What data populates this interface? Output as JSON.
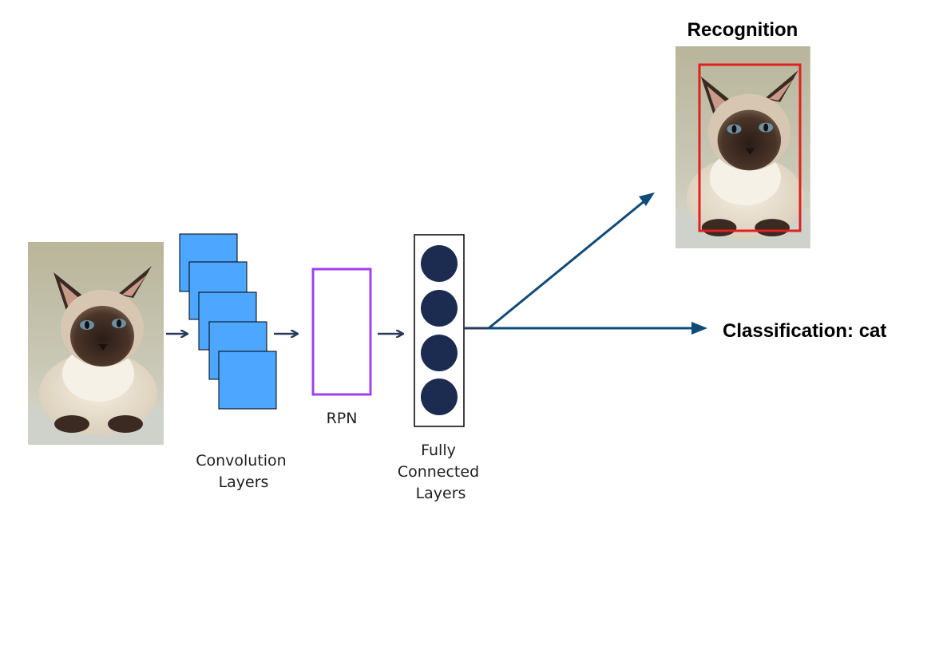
{
  "labels": {
    "convolution": [
      "Convolution",
      "Layers"
    ],
    "rpn": "RPN",
    "fully_connected": [
      "Fully",
      "Connected",
      "Layers"
    ],
    "recognition": "Recognition",
    "classification": "Classification: cat"
  },
  "images": {
    "input": "cat-photo",
    "output": "cat-photo-with-bounding-box"
  },
  "colors": {
    "conv_layer_fill": "#4da6ff",
    "rpn_border": "#a040f0",
    "neuron_fill": "#1c2b50",
    "arrow_small": "#2b3a5c",
    "arrow_output": "#104a78",
    "bounding_box": "#e02020"
  }
}
